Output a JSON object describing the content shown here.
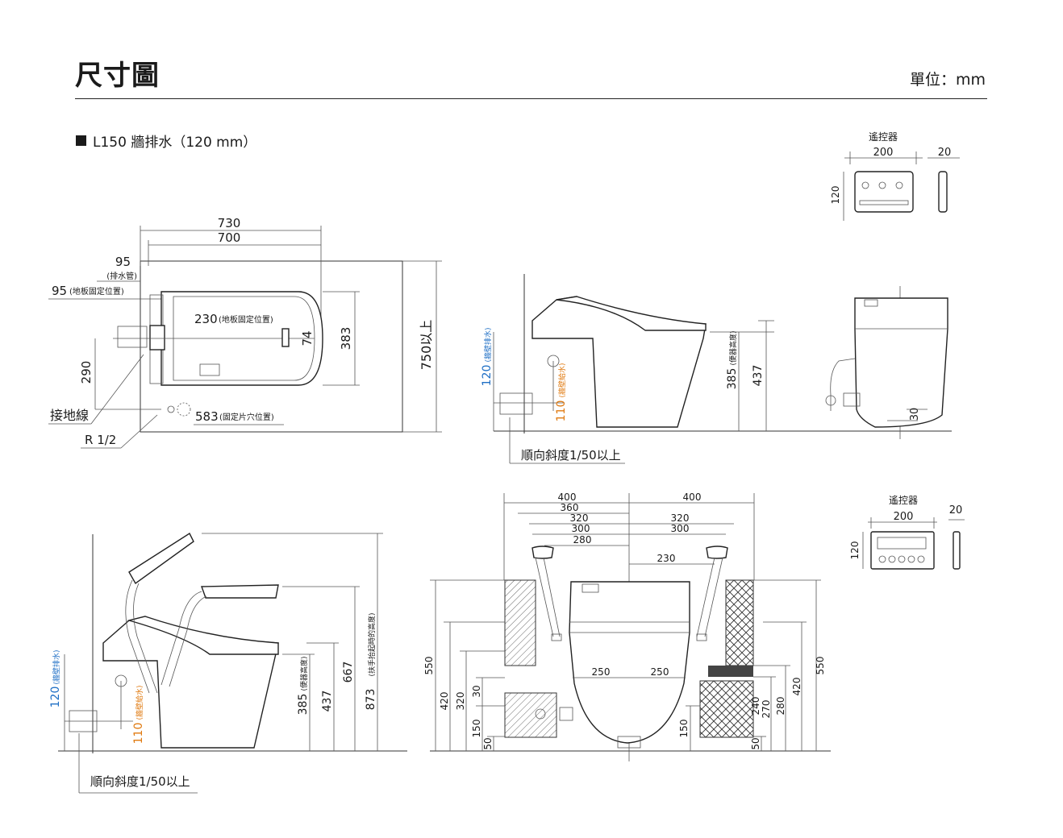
{
  "header": {
    "title": "尺寸圖",
    "unit": "單位：mm"
  },
  "model": {
    "label": "L150 牆排水（120 mm）"
  },
  "remote_top": {
    "title": "遙控器",
    "w": "200",
    "d": "20",
    "h": "120"
  },
  "remote_bottom": {
    "title": "遙控器",
    "w": "200",
    "d": "20",
    "h": "120"
  },
  "plan": {
    "d730": "730",
    "d700": "700",
    "d95a": "95",
    "d95a_note": "(排水管)",
    "d95b": "95",
    "d95b_note": "(地板固定位置)",
    "d230": "230",
    "d230_note": "(地板固定位置)",
    "d74": "74",
    "d383": "383",
    "d750": "750以上",
    "d290": "290",
    "d583": "583",
    "d583_note": "(固定片穴位置)",
    "ground": "接地線",
    "r12": "R 1/2"
  },
  "side": {
    "d120": "120",
    "d120_note": "(牆壁排水)",
    "d110": "110",
    "d110_note": "(牆壁給水)",
    "d385": "385",
    "d385_note": "(便器高度)",
    "d437": "437",
    "slope": "順向斜度1/50以上"
  },
  "rear": {
    "d30": "30"
  },
  "side_lift": {
    "d120": "120",
    "d120_note": "(牆壁排水)",
    "d110": "110",
    "d110_note": "(牆壁給水)",
    "d385": "385",
    "d385_note": "(便器高度)",
    "d437": "437",
    "d667": "667",
    "d873": "873",
    "d873_note": "(扶手抬起時的高度)",
    "slope": "順向斜度1/50以上"
  },
  "front": {
    "d400l": "400",
    "d400r": "400",
    "d360": "360",
    "d320l": "320",
    "d320r": "320",
    "d300l": "300",
    "d300r": "300",
    "d280": "280",
    "d230": "230",
    "d250l": "250",
    "d250r": "250",
    "l550": "550",
    "l420": "420",
    "l320": "320",
    "l30": "30",
    "l150": "150",
    "l50": "50",
    "r240": "240",
    "r270": "270",
    "r280": "280",
    "r420": "420",
    "r550": "550",
    "r150": "150",
    "r50": "50"
  }
}
